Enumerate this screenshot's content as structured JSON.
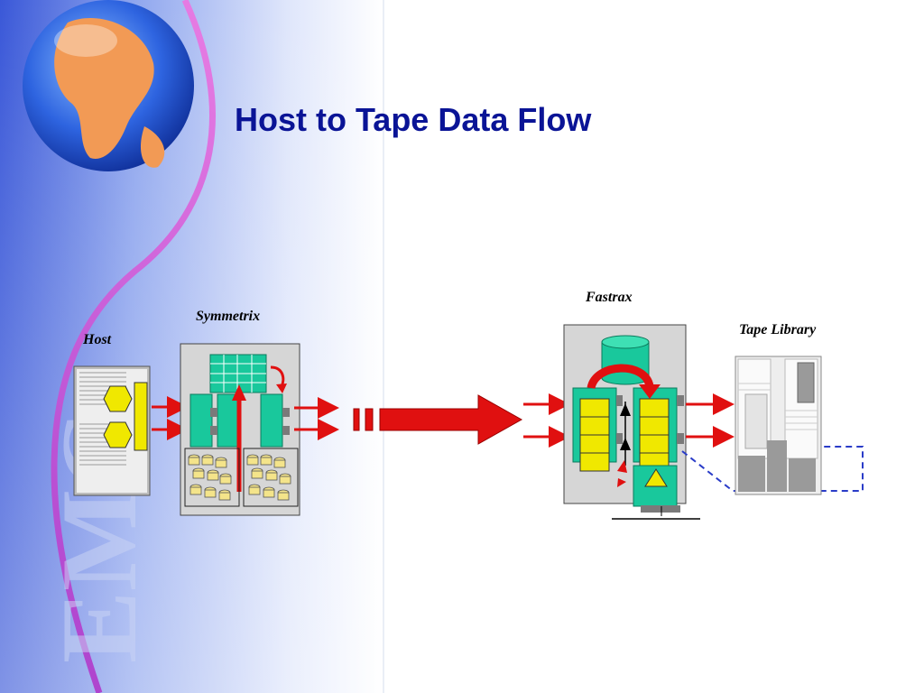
{
  "slide": {
    "title": "Host to Tape Data Flow",
    "watermark": "EMC"
  },
  "labels": {
    "host": "Host",
    "symmetrix": "Symmetrix",
    "fastrax": "Fastrax",
    "tape_library": "Tape Library"
  },
  "colors": {
    "title": "#0a1496",
    "arrow": "#e01010",
    "teal": "#19c89c",
    "yellow": "#f0e800",
    "link_dashed": "#2a3cc8"
  }
}
